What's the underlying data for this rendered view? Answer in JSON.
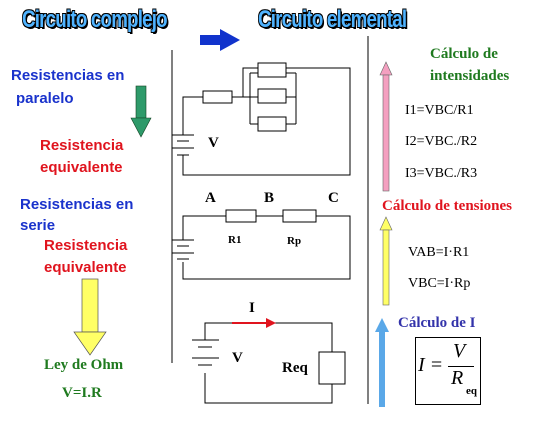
{
  "titles": {
    "left": "Circuito complejo",
    "right": "Circuito elemental"
  },
  "left_labels": {
    "paralelo": [
      "Resistencias en",
      "paralelo"
    ],
    "equiv1": [
      "Resistencia",
      "equivalente"
    ],
    "serie": [
      "Resistencias en",
      "serie"
    ],
    "equiv2": [
      "Resistencia",
      "equivalente"
    ],
    "ohm_title": "Ley de Ohm",
    "ohm_formula": "V=I.R"
  },
  "right_labels": {
    "intensidades": [
      "Cálculo de",
      "intensidades"
    ],
    "i1": "I1=VBC/R1",
    "i2": "I2=VBC./R2",
    "i3": "I3=VBC./R3",
    "tensiones": "Cálculo de tensiones",
    "vab": "VAB=I·R1",
    "vbc": "VBC=I·Rp",
    "calc_i": "Cálculo de I"
  },
  "circuit": {
    "v1": "V",
    "a": "A",
    "b": "B",
    "c": "C",
    "r1": "R1",
    "rp": "Rp",
    "i": "I",
    "v3": "V",
    "req": "Req"
  },
  "formula": {
    "lhs": "I =",
    "num": "V",
    "den": "R",
    "den_sub": "eq"
  },
  "colors": {
    "title": "#4fb3ff",
    "blue_arrow": "#1133cc",
    "green_arrow": "#2e9a6a",
    "yellow_arrow": "#ffff66",
    "pink_arrow": "#f4a0c0",
    "light_blue_arrow": "#5aa8e8",
    "red_arrow": "#e0141e"
  }
}
